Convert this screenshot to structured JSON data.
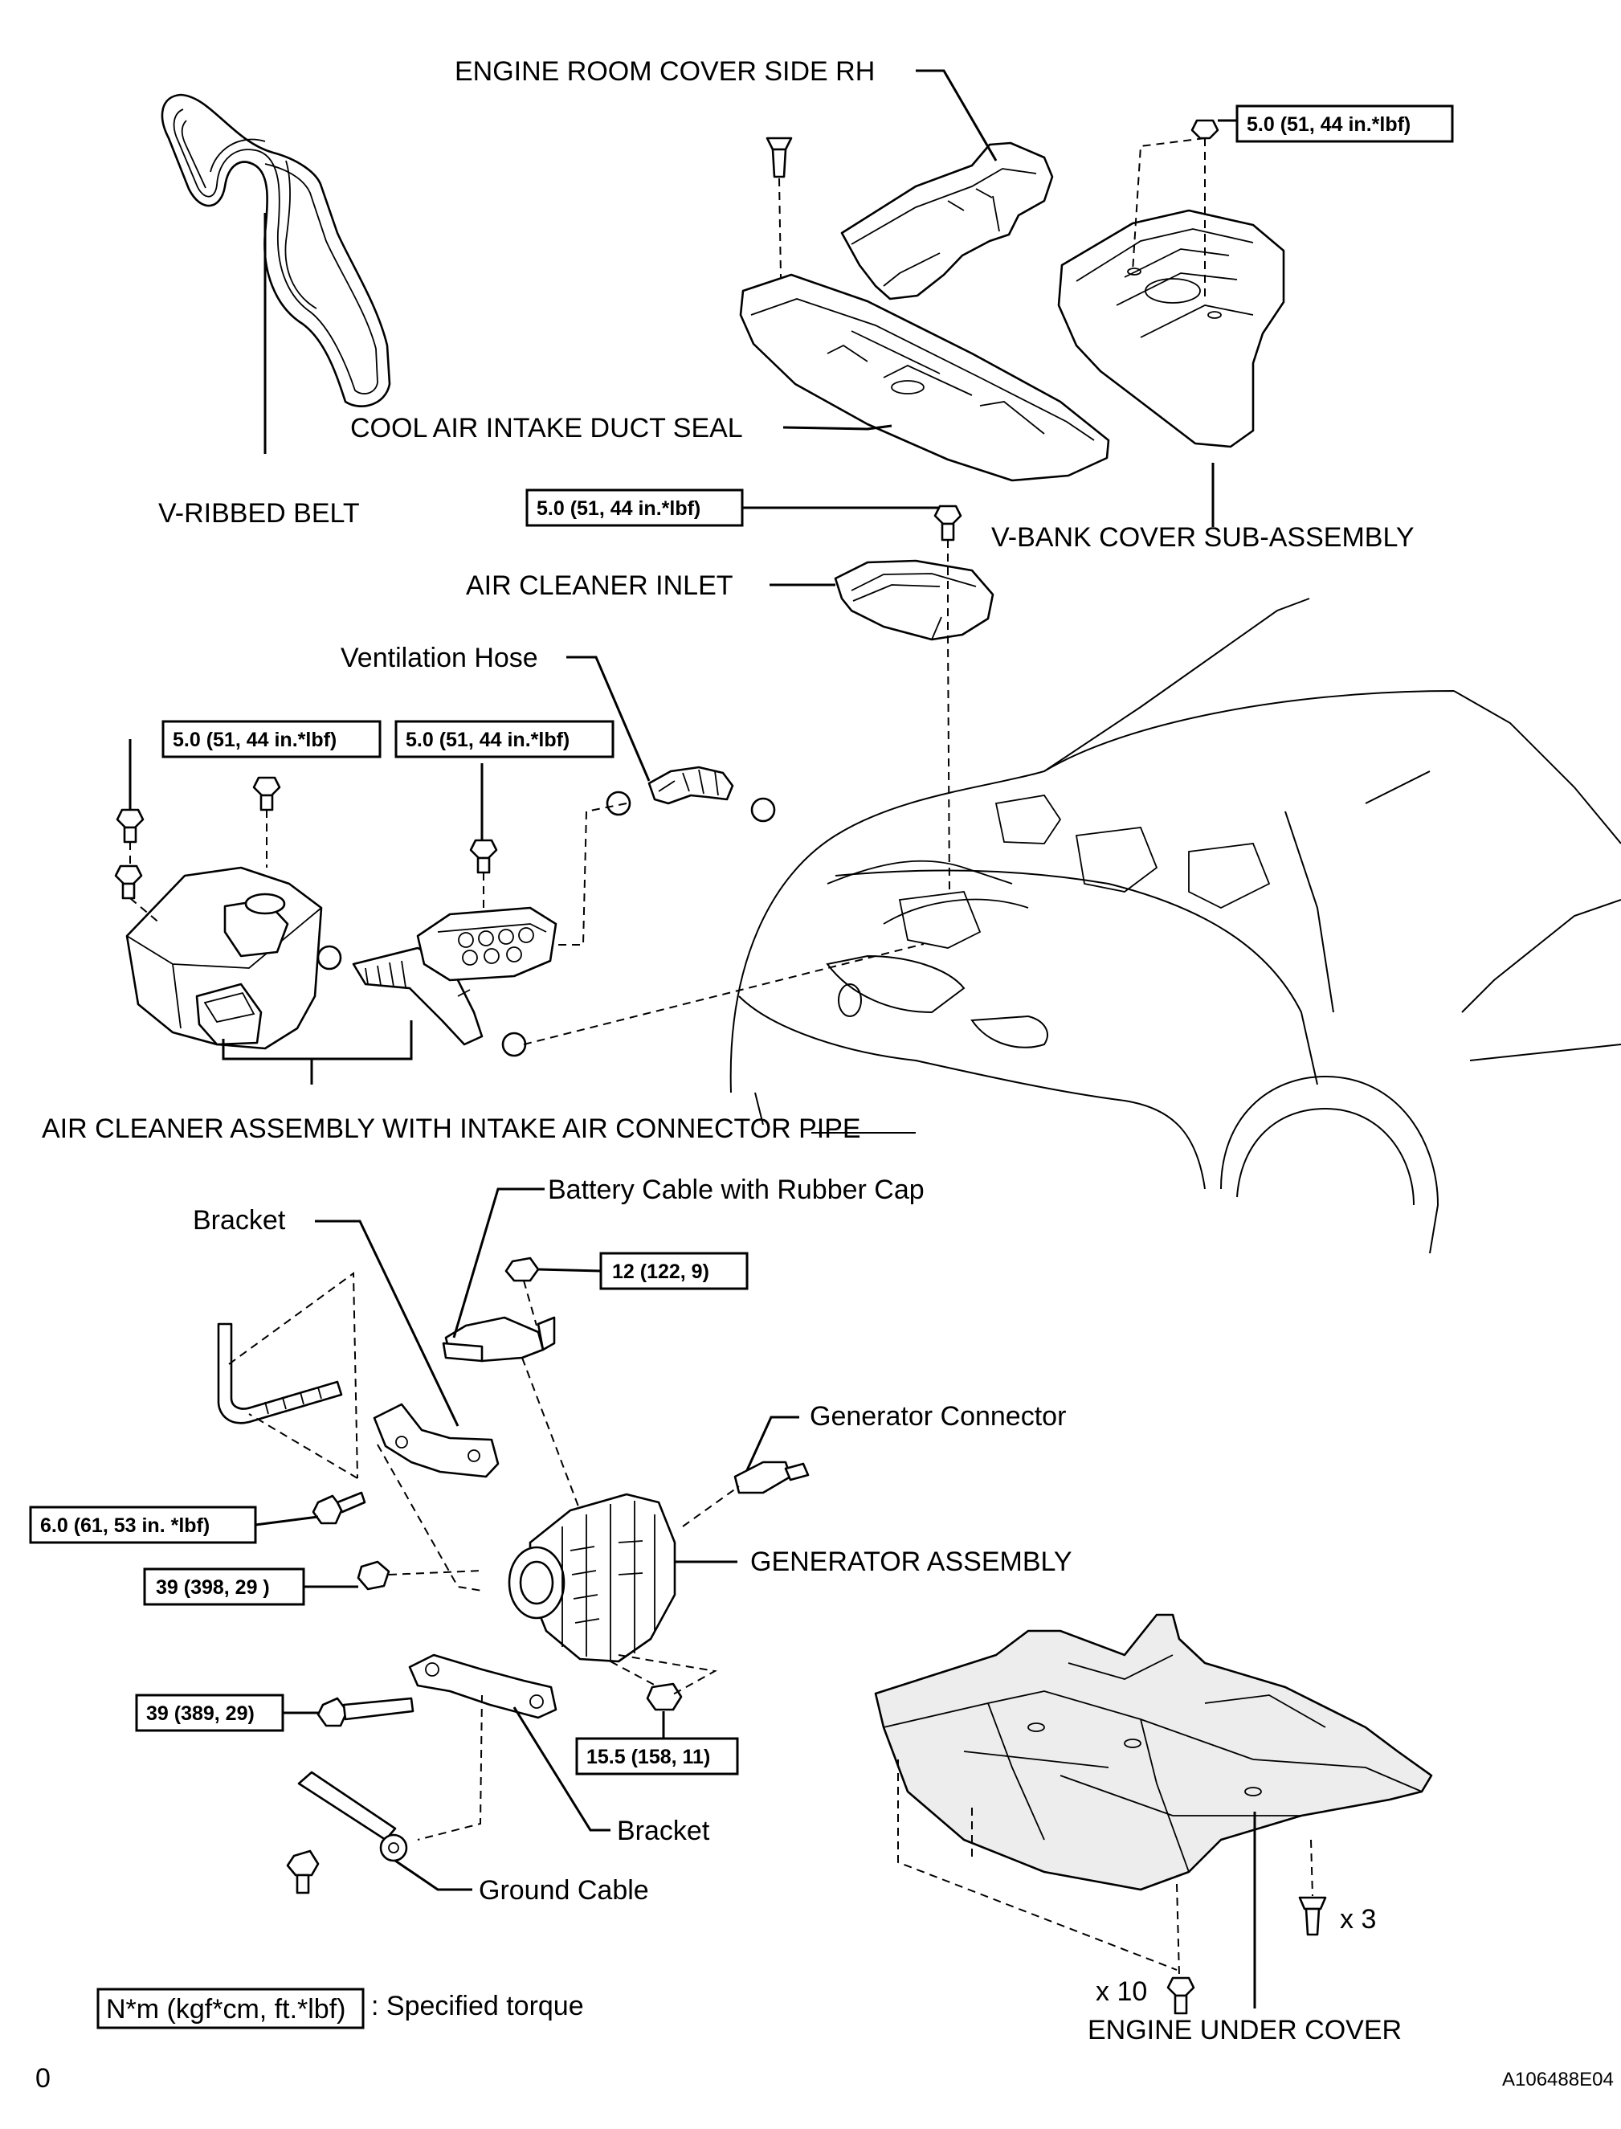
{
  "labels": {
    "engine_room_cover": "ENGINE ROOM COVER SIDE RH",
    "v_ribbed_belt": "V-RIBBED BELT",
    "cool_air_duct_seal": "COOL AIR INTAKE DUCT SEAL",
    "v_bank_cover": "V-BANK COVER SUB-ASSEMBLY",
    "air_cleaner_inlet": "AIR CLEANER INLET",
    "ventilation_hose": "Ventilation Hose",
    "air_cleaner_assembly": "AIR CLEANER ASSEMBLY WITH INTAKE AIR CONNECTOR PIPE",
    "battery_cable": "Battery Cable with Rubber Cap",
    "bracket_upper": "Bracket",
    "generator_connector": "Generator Connector",
    "generator_assembly": "GENERATOR ASSEMBLY",
    "bracket_lower": "Bracket",
    "ground_cable": "Ground Cable",
    "engine_under_cover": "ENGINE UNDER COVER",
    "qty_clip": "x 3",
    "qty_bolt": "x 10"
  },
  "torques": {
    "v_bank_nut": "5.0 (51, 44 in.*lbf)",
    "inlet_bolt": "5.0 (51, 44 in.*lbf)",
    "air_cleaner_bolt": "5.0 (51, 44 in.*lbf)",
    "connector_pipe_bolt": "5.0 (51, 44 in.*lbf)",
    "battery_nut": "12 (122, 9)",
    "bracket_bolt": "6.0 (61, 53 in. *lbf)",
    "generator_nut": "39 (398, 29 )",
    "generator_bolt": "39 (389, 29)",
    "generator_nut_lower": "15.5 (158, 11)"
  },
  "legend": {
    "unit_box": "N*m (kgf*cm, ft.*lbf)",
    "description": ": Specified torque"
  },
  "footer": {
    "left_mark": "0",
    "figure_code": "A106488E04"
  }
}
